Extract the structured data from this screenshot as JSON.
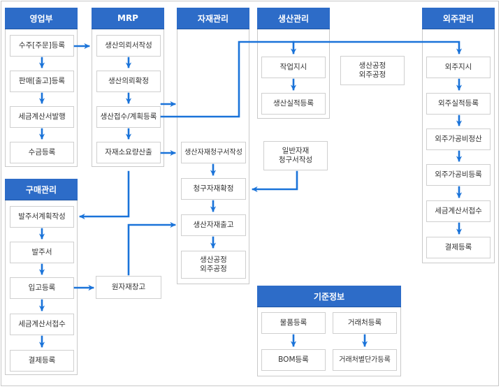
{
  "sections": {
    "sales": {
      "title": "영업부",
      "items": [
        "수주[주문]등록",
        "판매[출고]등록",
        "세금계산서발행",
        "수금등록"
      ]
    },
    "mrp": {
      "title": "MRP",
      "items": [
        "생산의뢰서작성",
        "생산의뢰확정",
        "생산접수/계획등록",
        "자재소요량산출"
      ]
    },
    "materials": {
      "title": "자재관리",
      "items": [
        "생산자재청구서작성",
        "청구자재확정",
        "생산자재출고",
        "생산공정\n외주공정"
      ]
    },
    "production": {
      "title": "생산관리",
      "items": [
        "작업지시",
        "생산실적등록"
      ],
      "side_note": "생산공정\n외주공정"
    },
    "outsourcing": {
      "title": "외주관리",
      "items": [
        "외주지시",
        "외주실적등록",
        "외주가공비정산",
        "외주가공비등록",
        "세금계산서접수",
        "결제등록"
      ]
    },
    "purchasing": {
      "title": "구매관리",
      "items": [
        "발주서계획작성",
        "발주서",
        "입고등록",
        "세금계산서접수",
        "결제등록"
      ]
    },
    "master_data": {
      "title": "기준정보",
      "items": [
        "물품등록",
        "거래처등록",
        "BOM등록",
        "거래처별단가등록"
      ]
    }
  },
  "standalone": {
    "general_material_request": "일반자재\n청구서작성",
    "raw_material_warehouse": "원자재창고"
  },
  "colors": {
    "header_blue": "#2d6cc8",
    "arrow_blue": "#1a73d9",
    "border_gray": "#c9c9c9"
  }
}
